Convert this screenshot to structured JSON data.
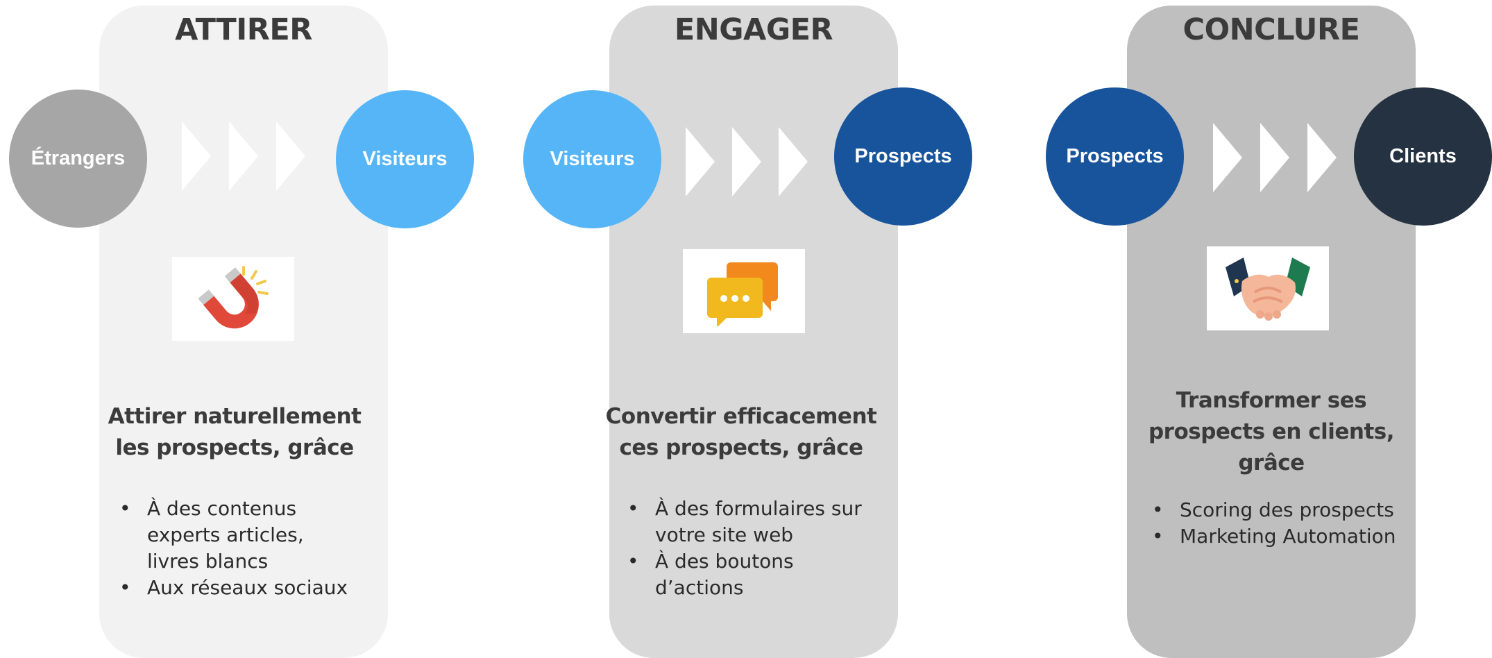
{
  "colors": {
    "card_1": "#f2f2f2",
    "card_2": "#d9d9d9",
    "card_3": "#bfbfbf",
    "strangers": "#a6a6a6",
    "visitors": "#56b5f7",
    "prospects": "#17549c",
    "clients": "#243241",
    "chevron": "#ffffff"
  },
  "stages": [
    {
      "title": "ATTIRER",
      "from": "Étrangers",
      "to": "Visiteurs",
      "icon": "magnet-icon",
      "heading": [
        "Attirer naturellement",
        "les prospects, grâce"
      ],
      "bullets": [
        "À des contenus experts articles, livres blancs",
        "Aux réseaux sociaux"
      ]
    },
    {
      "title": "ENGAGER",
      "from": "Visiteurs",
      "to": "Prospects",
      "icon": "chat-bubbles-icon",
      "heading": [
        "Convertir efficacement",
        "ces prospects, grâce"
      ],
      "bullets": [
        "À des formulaires sur votre site web",
        "À des boutons d’actions"
      ]
    },
    {
      "title": "CONCLURE",
      "from": "Prospects",
      "to": "Clients",
      "icon": "handshake-icon",
      "heading": [
        "Transformer ses",
        "prospects en clients,",
        "grâce"
      ],
      "bullets": [
        "Scoring des prospects",
        "Marketing Automation"
      ]
    }
  ]
}
